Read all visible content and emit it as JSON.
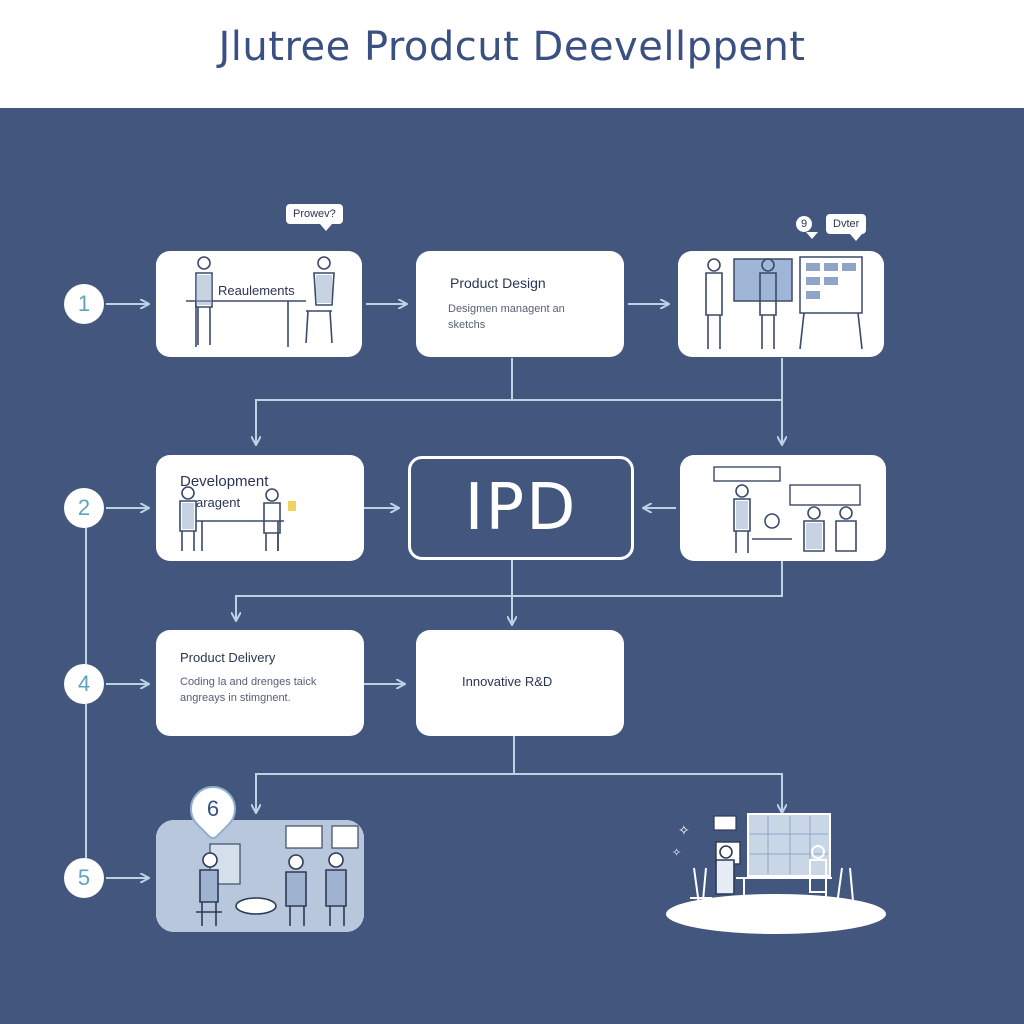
{
  "header": {
    "title": "Jlutree Prodcut Deevellppent"
  },
  "center": {
    "label": "IPD"
  },
  "steps": [
    "1",
    "2",
    "4",
    "5"
  ],
  "badge": "6",
  "bubbles": {
    "top_left": "Prowev?",
    "top_right": "Dvter",
    "top_right_mark": "9"
  },
  "boxes": {
    "requirements": {
      "title": "Reaulements"
    },
    "product_design": {
      "title": "Product Design",
      "subtitle": "Desigmen managent an sketchs"
    },
    "development": {
      "title": "Development",
      "subtitle": "aragent"
    },
    "product_delivery": {
      "title": "Product Delivery",
      "subtitle": "Coding la and drenges taick angreays in stimgnent."
    },
    "innovative": {
      "title": "Innovative R&D"
    }
  },
  "colors": {
    "background": "#43577e",
    "box": "#ffffff",
    "title": "#3a5082",
    "arrow": "#bcd3e6",
    "step_number": "#5fa3bf"
  }
}
